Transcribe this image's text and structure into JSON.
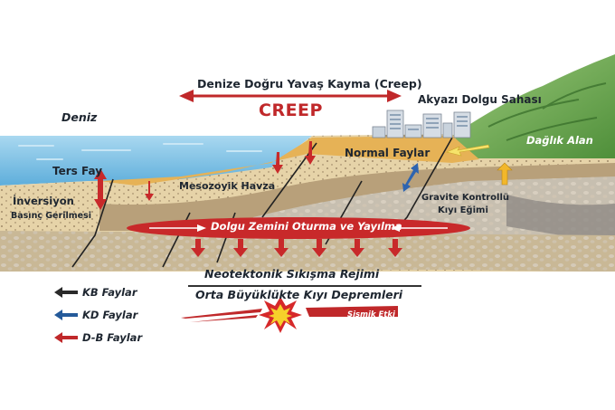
{
  "diagram": {
    "title": "Denize Doğru Yavaş Kayma (Creep)",
    "creep_label": "CREEP",
    "labels": {
      "site": "Akyazı Dolgu Sahası",
      "sea": "Deniz",
      "mountain": "Dağlık Alan",
      "reverse_fault": "Ters Fay",
      "inversion": "İnversiyon",
      "inversion_sub": "Basınç Gerilmesi",
      "mesozoic_basin": "Mesozoyik Havza",
      "normal_faults": "Normal Faylar",
      "gravity_slope_1": "Gravite Kontrollü",
      "gravity_slope_2": "Kıyı Eğimi",
      "fill_settlement": "Dolgu Zemini Oturma ve Yayılma",
      "compression_regime": "Neotektonik Sıkışma Rejimi",
      "earthquakes": "Orta Büyüklükte Kıyı Depremleri",
      "seismic_effect": "Sismik Etki"
    },
    "legend": [
      {
        "label": "KB Faylar",
        "color": "#2a2a2a"
      },
      {
        "label": "KD Faylar",
        "color": "#245a9a"
      },
      {
        "label": "D-B Faylar",
        "color": "#c0282a"
      }
    ],
    "colors": {
      "red_arrow": "#c0282a",
      "sea": "#6fb8de",
      "sand": "#e9c983",
      "fill_orange": "#e2a544",
      "mountain_green": "#6aa84f",
      "blue_arrow": "#2d64b0",
      "yellow_arrow": "#f2b72a"
    }
  }
}
